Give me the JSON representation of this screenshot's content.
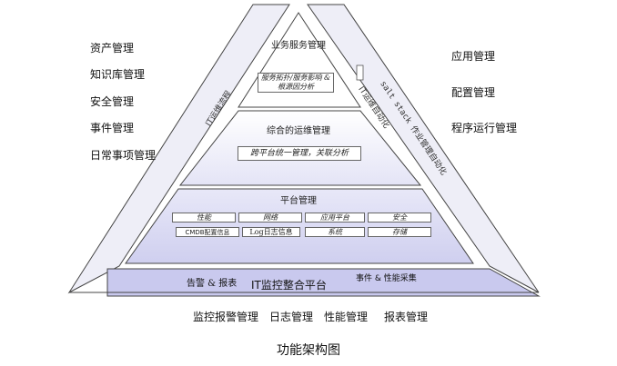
{
  "left_items": [
    "资产管理",
    "知识库管理",
    "安全管理",
    "事件管理",
    "日常事项管理"
  ],
  "right_items": [
    "应用管理",
    "配置管理",
    "程序运行管理"
  ],
  "left_band_label": "IT运维流程",
  "right_band_label_1": "IT运维自动化",
  "right_band_label_2": "salt stack 作业管理自动化",
  "pyramid": {
    "level1": {
      "title": "业务服务管理",
      "box": "服务拓扑/服务影响 & 根源因分析"
    },
    "level2": {
      "title": "综合的运维管理",
      "box": "跨平台统一管理，关联分析"
    },
    "level3": {
      "title": "平台管理",
      "row1": [
        "性能",
        "网络",
        "应用平台",
        "安全"
      ],
      "row2": [
        "CMDB配置信息",
        "Log日志信息",
        "系统",
        "存储"
      ]
    },
    "base": {
      "left": "告警 & 报表",
      "center": "IT监控整合平台",
      "right": "事件 & 性能采集"
    }
  },
  "bottom_items": [
    "监控报警管理",
    "日志管理",
    "性能管理",
    "报表管理"
  ],
  "caption": "功能架构图",
  "colors": {
    "band_fill": "#e9e9f5",
    "level3_fill": "#d7d7f2",
    "base_fill": "#c9c9ee",
    "line": "#444444"
  }
}
